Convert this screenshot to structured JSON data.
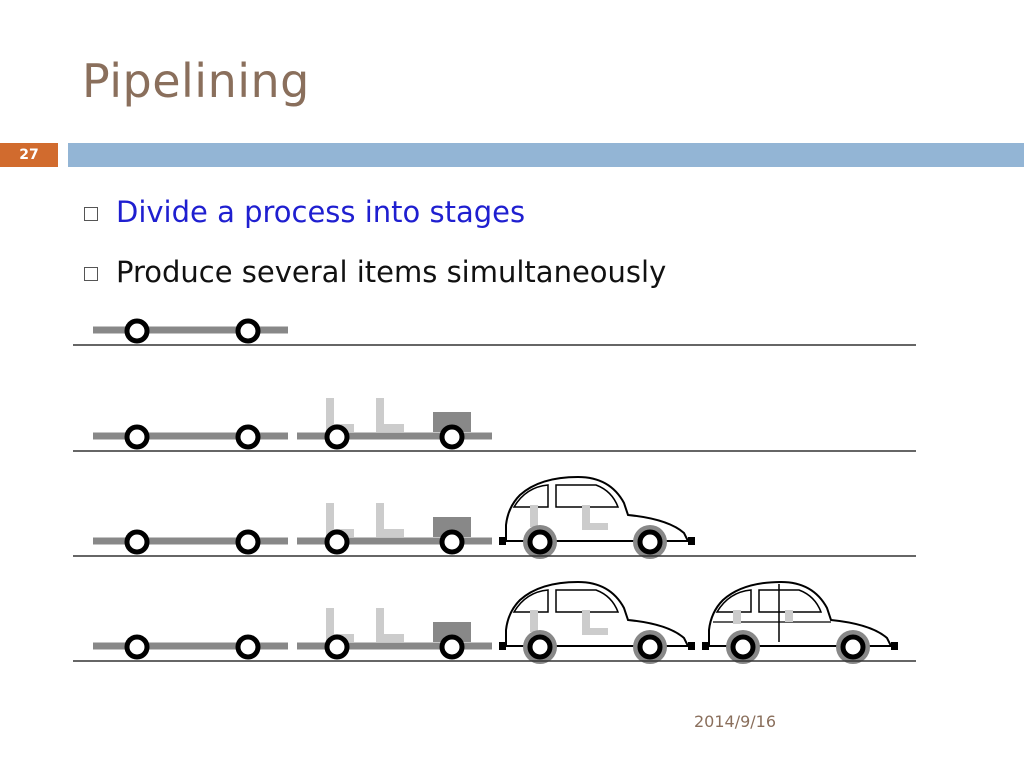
{
  "slide": {
    "title": "Pipelining",
    "slide_number": "27",
    "bullets": [
      {
        "text": "Divide a process into stages",
        "color": "#1f1fd0"
      },
      {
        "text": "Produce several items simultaneously",
        "color": "#111111"
      }
    ],
    "footer_date": "2014/9/16"
  },
  "colors": {
    "title": "#8a6f5c",
    "accent_orange": "#d16b2e",
    "bar_blue": "#93b5d5",
    "chassis_gray": "#888888",
    "frame_light": "#cccccc"
  },
  "illustration": {
    "rows": [
      {
        "stages": [
          "chassis"
        ]
      },
      {
        "stages": [
          "chassis",
          "frame"
        ]
      },
      {
        "stages": [
          "chassis",
          "frame",
          "body"
        ]
      },
      {
        "stages": [
          "chassis",
          "frame",
          "body",
          "car"
        ]
      }
    ]
  }
}
